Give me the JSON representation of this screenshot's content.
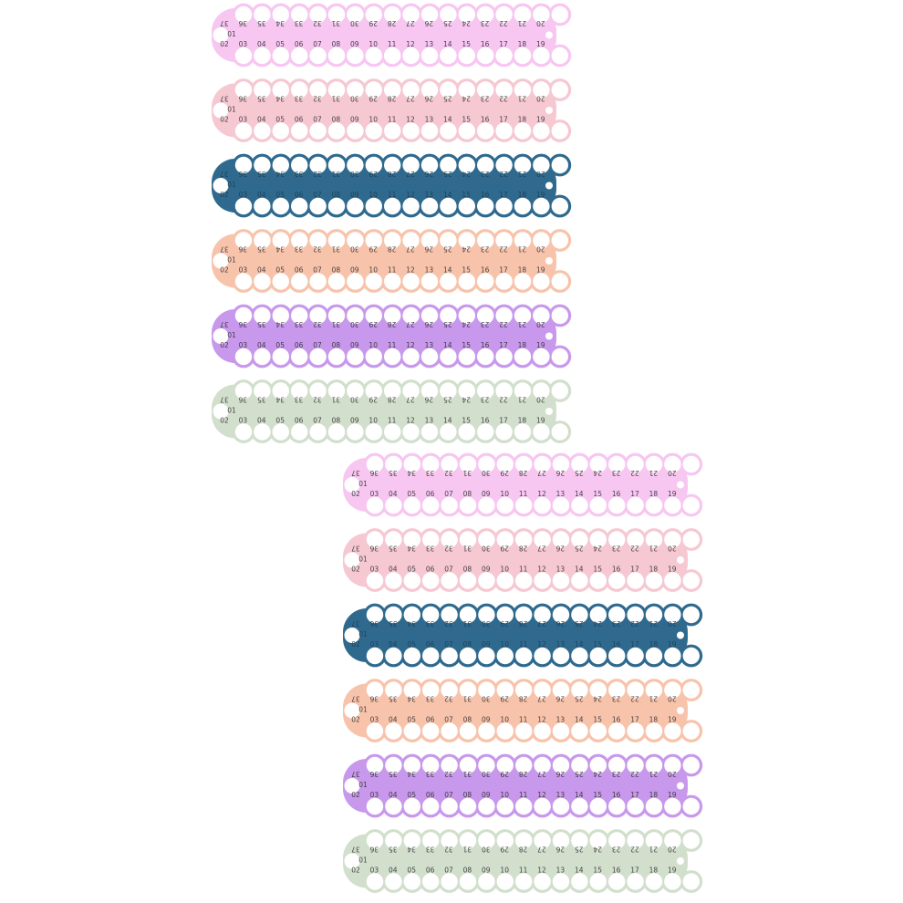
{
  "title": "",
  "labels": {
    "top_row": [
      "37",
      "36",
      "35",
      "34",
      "33",
      "32",
      "31",
      "30",
      "29",
      "28",
      "27",
      "26",
      "25",
      "24",
      "23",
      "22",
      "21",
      "20"
    ],
    "bottom_row": [
      "02",
      "03",
      "04",
      "05",
      "06",
      "07",
      "08",
      "09",
      "10",
      "11",
      "12",
      "13",
      "14",
      "15",
      "16",
      "17",
      "18",
      "19"
    ],
    "first": "01"
  },
  "colors": {
    "pink": "#f7c6f1",
    "rose": "#f6c8d2",
    "teal": "#2f6a8e",
    "peach": "#f8c3ab",
    "purple": "#c898ec",
    "sage": "#d2dfcd",
    "hole": "#ffffff"
  },
  "groups": [
    {
      "name": "group-top-left",
      "boards": [
        "pink",
        "rose",
        "teal",
        "peach",
        "purple",
        "sage"
      ]
    },
    {
      "name": "group-bottom-right",
      "boards": [
        "pink",
        "rose",
        "teal",
        "peach",
        "purple",
        "sage"
      ]
    }
  ]
}
